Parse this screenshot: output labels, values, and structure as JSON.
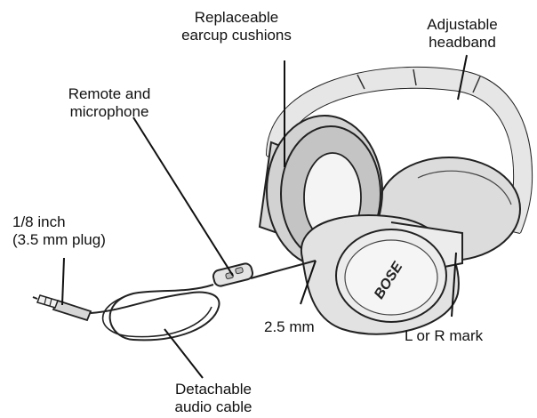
{
  "labels": {
    "earcup_cushions": [
      "Replaceable",
      "earcup cushions"
    ],
    "headband": [
      "Adjustable",
      "headband"
    ],
    "remote": [
      "Remote and",
      "microphone"
    ],
    "plug": [
      "1/8 inch",
      "(3.5 mm plug)"
    ],
    "jack": "2.5 mm",
    "lr_mark": "L or R mark",
    "cable": [
      "Detachable",
      "audio cable"
    ]
  },
  "brand_logo_text": "BOSE"
}
